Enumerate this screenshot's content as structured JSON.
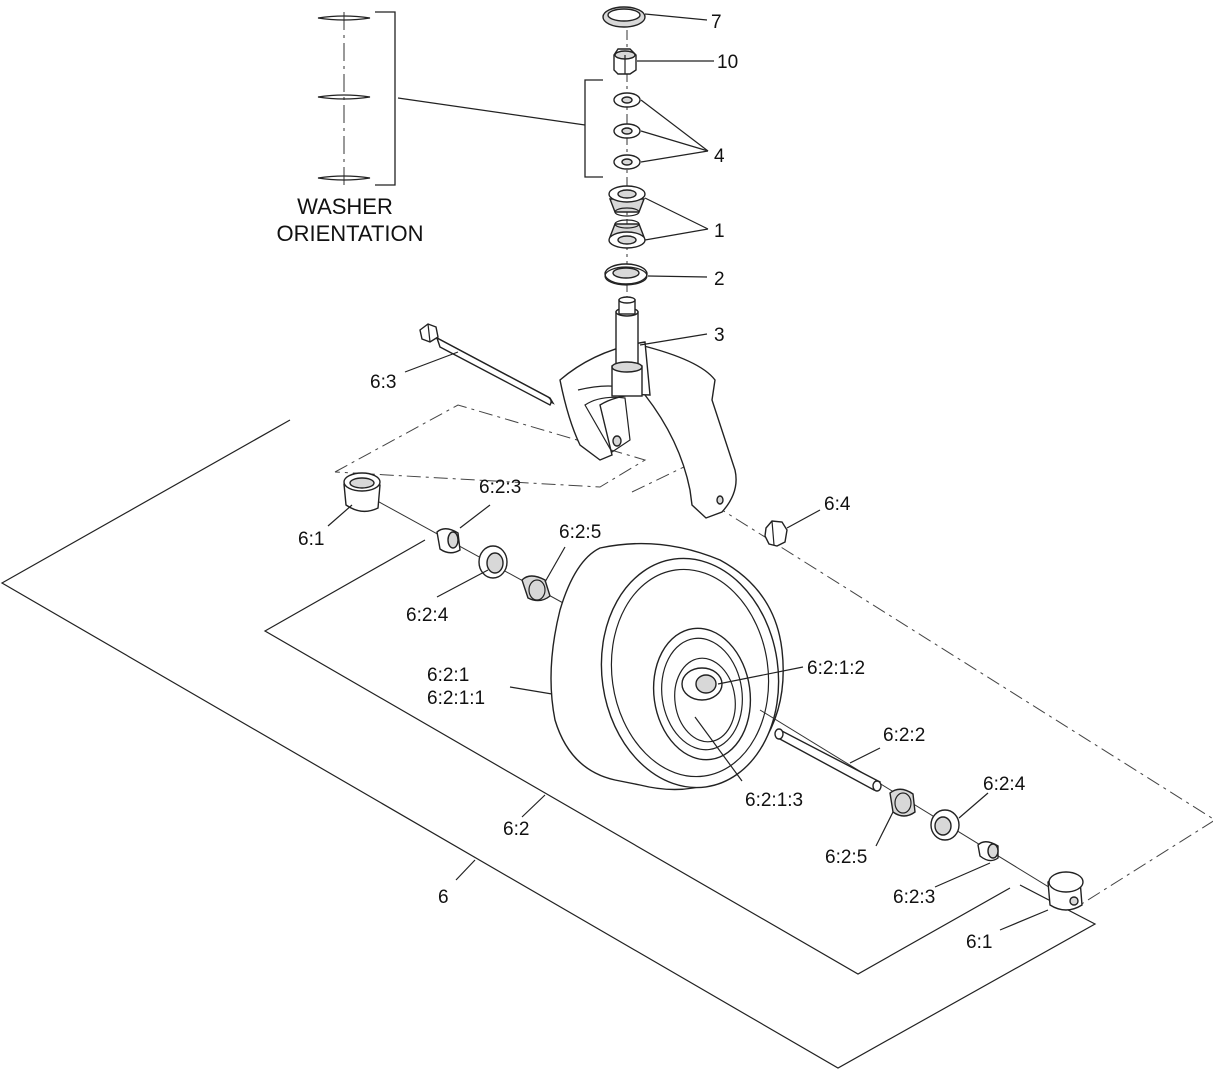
{
  "washer_orientation": {
    "line1": "WASHER",
    "line2": "ORIENTATION"
  },
  "callouts": {
    "c7": "7",
    "c10": "10",
    "c4": "4",
    "c1": "1",
    "c2": "2",
    "c3": "3",
    "c6_3": "6:3",
    "c6_4": "6:4",
    "c6_1_left": "6:1",
    "c6_2_3_left": "6:2:3",
    "c6_2_5_left": "6:2:5",
    "c6_2_4_left": "6:2:4",
    "c6_2_1": "6:2:1",
    "c6_2_1_1": "6:2:1:1",
    "c6_2_1_2": "6:2:1:2",
    "c6_2_1_3": "6:2:1:3",
    "c6_2_2": "6:2:2",
    "c6_2_4_right": "6:2:4",
    "c6_2_5_right": "6:2:5",
    "c6_2_3_right": "6:2:3",
    "c6_1_right": "6:1",
    "c6_2": "6:2",
    "c6": "6"
  }
}
